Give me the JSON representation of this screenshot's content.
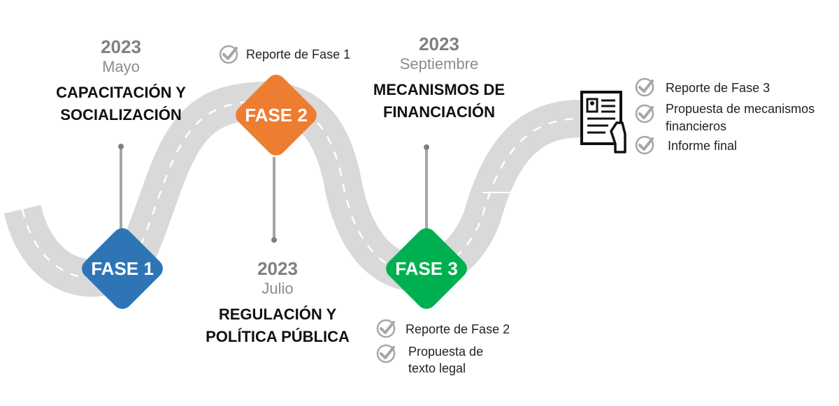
{
  "phases": [
    {
      "label": "FASE 1",
      "color": "#2E75B6",
      "year": "2023",
      "month": "Mayo",
      "title": [
        "CAPACITACIÓN Y",
        "SOCIALIZACIÓN"
      ],
      "deliverables": []
    },
    {
      "label": "FASE 2",
      "color": "#ED7D31",
      "year": "2023",
      "month": "Julio",
      "title": [
        "REGULACIÓN Y",
        "POLÍTICA PÚBLICA"
      ],
      "deliverables": [
        "Reporte de Fase 1"
      ]
    },
    {
      "label": "FASE 3",
      "color": "#00B050",
      "year": "2023",
      "month": "Septiembre",
      "title": [
        "MECANISMOS DE",
        "FINANCIACIÓN"
      ],
      "deliverables": [
        "Reporte de Fase 2",
        "Propuesta de",
        "texto legal"
      ]
    }
  ],
  "final_deliverables": [
    "Reporte de Fase 3",
    "Propuesta de mecanismos",
    "financieros",
    "Informe final"
  ],
  "colors": {
    "road": "#D9D9D9",
    "road_marking": "#ffffff",
    "connector": "#A6A6A6",
    "check": "#A6A6A6"
  },
  "icons": [
    "check-icon",
    "document-hand-icon"
  ]
}
